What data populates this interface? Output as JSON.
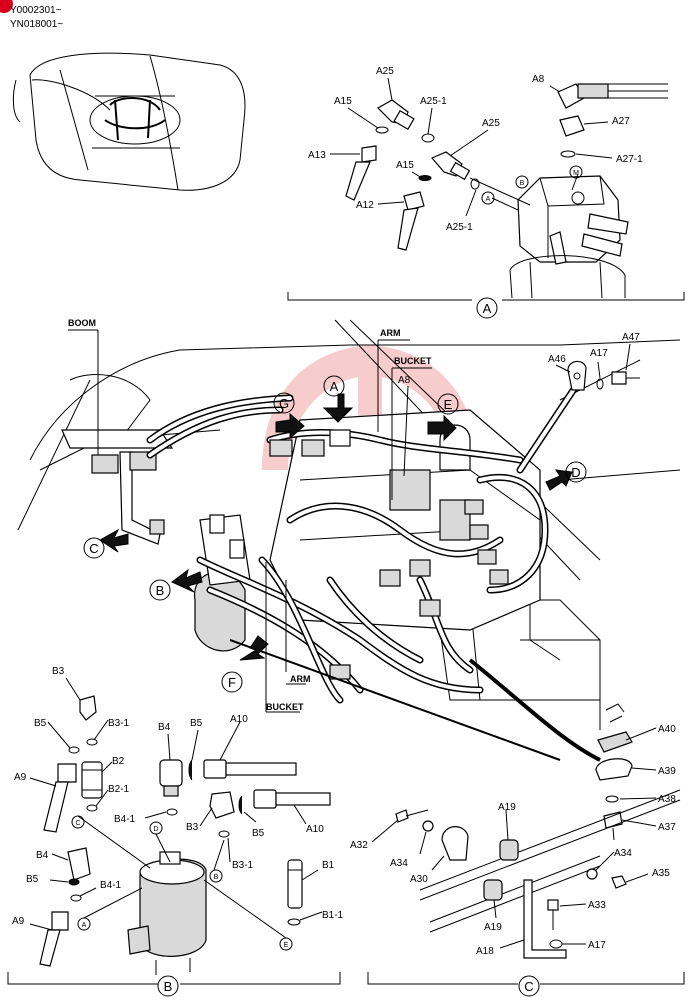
{
  "serials": {
    "line1": "Y0002301~",
    "line2": "YN018001~"
  },
  "corner_badge_color": "#d9001b",
  "watermark_color": "#f2a3a3",
  "callouts": {
    "A": "A",
    "B": "B",
    "C": "C",
    "D": "D",
    "E": "E",
    "F": "F",
    "G": "G"
  },
  "small_callouts": {
    "a": "A",
    "b": "B",
    "d": "D",
    "e": "E",
    "m": "M"
  },
  "main_labels": {
    "boom": "BOOM",
    "arm_top": "ARM",
    "bucket_top": "BUCKET",
    "a8_main": "A8",
    "arm_bottom": "ARM",
    "bucket_bottom": "BUCKET",
    "a46": "A46",
    "a17_top": "A17",
    "a47": "A47"
  },
  "detail_a_labels": {
    "a25_top": "A25",
    "a15_top": "A15",
    "a25_1_top": "A25-1",
    "a13": "A13",
    "a25_mid": "A25",
    "a15_mid": "A15",
    "a12": "A12",
    "a25_1_bot": "A25-1",
    "a8": "A8",
    "a27": "A27",
    "a27_1": "A27-1"
  },
  "detail_b_labels": {
    "b3_top": "B3",
    "b5_top": "B5",
    "b3_1_top": "B3-1",
    "b2": "B2",
    "b2_1": "B2-1",
    "a9_top": "A9",
    "b4_top": "B4",
    "b5_mid": "B5",
    "a10_top": "A10",
    "b4_1_mid": "B4-1",
    "b3_mid": "B3",
    "b5_right": "B5",
    "a10_bot": "A10",
    "b3_1_right": "B3-1",
    "b1": "B1",
    "b4_bot": "B4",
    "b5_bot": "B5",
    "b4_1_bot": "B4-1",
    "b1_1": "B1-1",
    "a9_bot": "A9"
  },
  "detail_c_labels": {
    "a40": "A40",
    "a39": "A39",
    "a38": "A38",
    "a37": "A37",
    "a32": "A32",
    "a19_top": "A19",
    "a34_left": "A34",
    "a30": "A30",
    "a34_right": "A34",
    "a35": "A35",
    "a33": "A33",
    "a19_bot": "A19",
    "a17": "A17",
    "a18": "A18"
  }
}
